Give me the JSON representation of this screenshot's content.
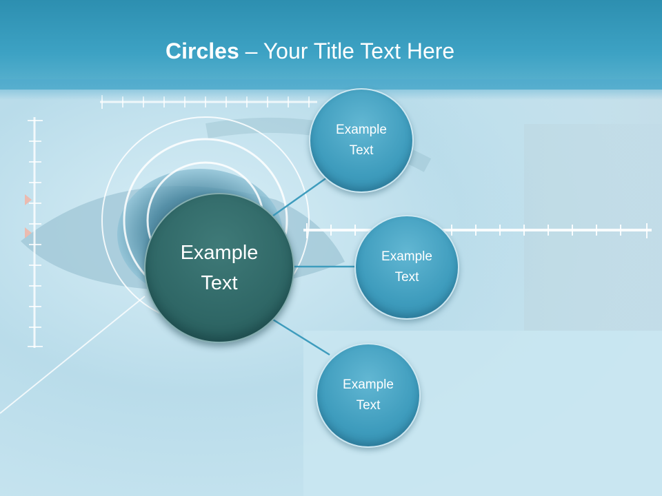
{
  "title": {
    "bold": "Circles",
    "rest": " – Your Title Text Here"
  },
  "center": {
    "line1": "Example",
    "line2": "Text"
  },
  "satellites": [
    {
      "line1": "Example",
      "line2": "Text"
    },
    {
      "line1": "Example",
      "line2": "Text"
    },
    {
      "line1": "Example",
      "line2": "Text"
    }
  ],
  "colors": {
    "header": "#3da2c4",
    "center_circle": "#2f6766",
    "satellite_circle": "#3e9cbd",
    "connector": "#3e9cbd"
  }
}
